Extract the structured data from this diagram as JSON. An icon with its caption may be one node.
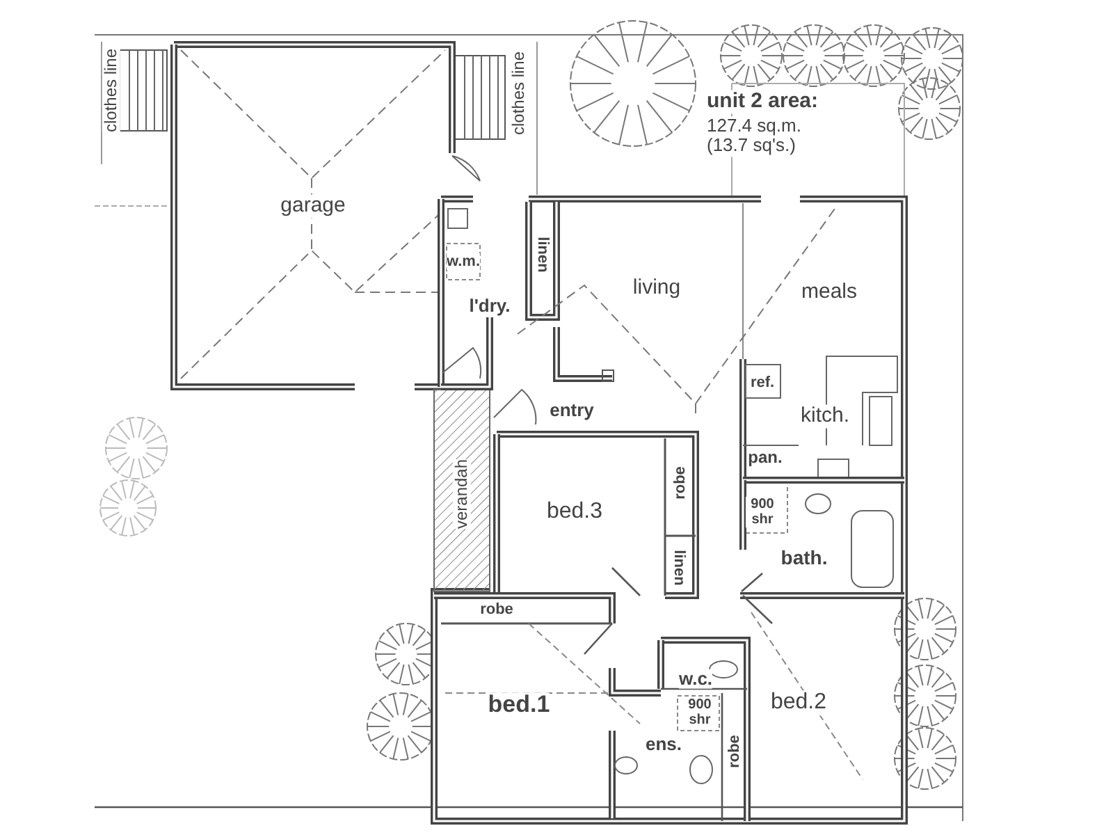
{
  "diagram": {
    "labels": [
      "clothes line",
      "clothes line",
      "unit 2 area:",
      "127.4 sq.m. (13.7 sq's.)",
      "garage",
      "w.m.",
      "linen",
      "l'dry.",
      "living",
      "meals",
      "ref.",
      "entry",
      "kitch.",
      "pan.",
      "verandah",
      "bed.3",
      "robe",
      "900 shr",
      "bath.",
      "linen",
      "robe",
      "w.c.",
      "bed.1",
      "bed.2",
      "900 shr",
      "robe",
      "ens."
    ]
  }
}
